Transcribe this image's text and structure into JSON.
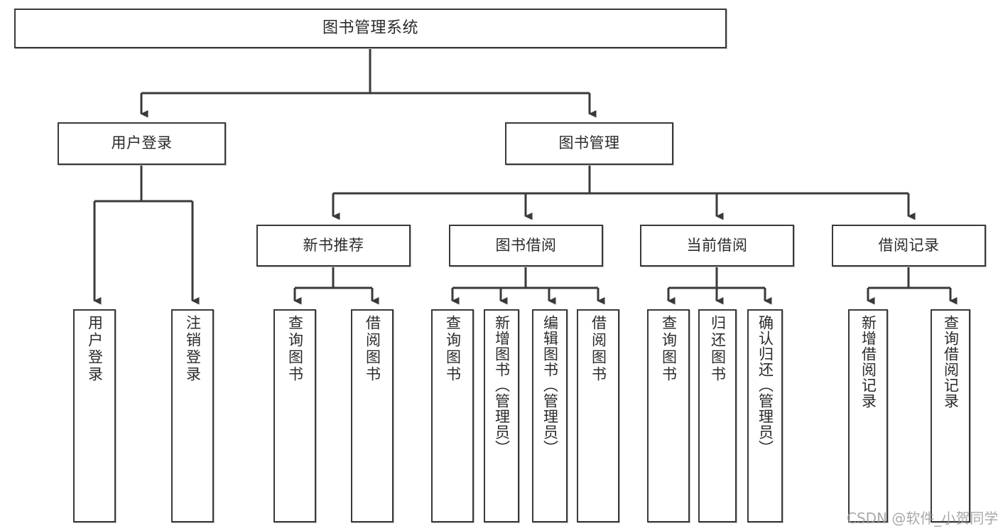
{
  "diagram": {
    "title": "图书管理系统",
    "type": "tree-hierarchy-chart",
    "root": {
      "label": "图书管理系统"
    },
    "level2": [
      {
        "label": "用户登录"
      },
      {
        "label": "图书管理"
      }
    ],
    "level3": [
      {
        "label": "新书推荐"
      },
      {
        "label": "图书借阅"
      },
      {
        "label": "当前借阅"
      },
      {
        "label": "借阅记录"
      }
    ],
    "leaves": {
      "user_login": [
        {
          "label": "用户登录"
        },
        {
          "label": "注销登录"
        }
      ],
      "new_book_recommend": [
        {
          "label": "查询图书"
        },
        {
          "label": "借阅图书"
        }
      ],
      "book_borrow": [
        {
          "label": "查询图书"
        },
        {
          "label": "新增图书（管理员）"
        },
        {
          "label": "编辑图书（管理员）"
        },
        {
          "label": "借阅图书"
        }
      ],
      "current_borrow": [
        {
          "label": "查询图书"
        },
        {
          "label": "归还图书"
        },
        {
          "label": "确认归还（管理员）"
        }
      ],
      "borrow_record": [
        {
          "label": "新增借阅记录"
        },
        {
          "label": "查询借阅记录"
        }
      ]
    }
  },
  "watermark": {
    "text": "CSDN @软件_小贺同学"
  },
  "colors": {
    "background": "#ffffff",
    "box_border": "#3a3a3a",
    "box_fill": "#ffffff",
    "connector": "#3a3a3a",
    "text": "#2b2b2b",
    "watermark": "#9a9a9a"
  }
}
